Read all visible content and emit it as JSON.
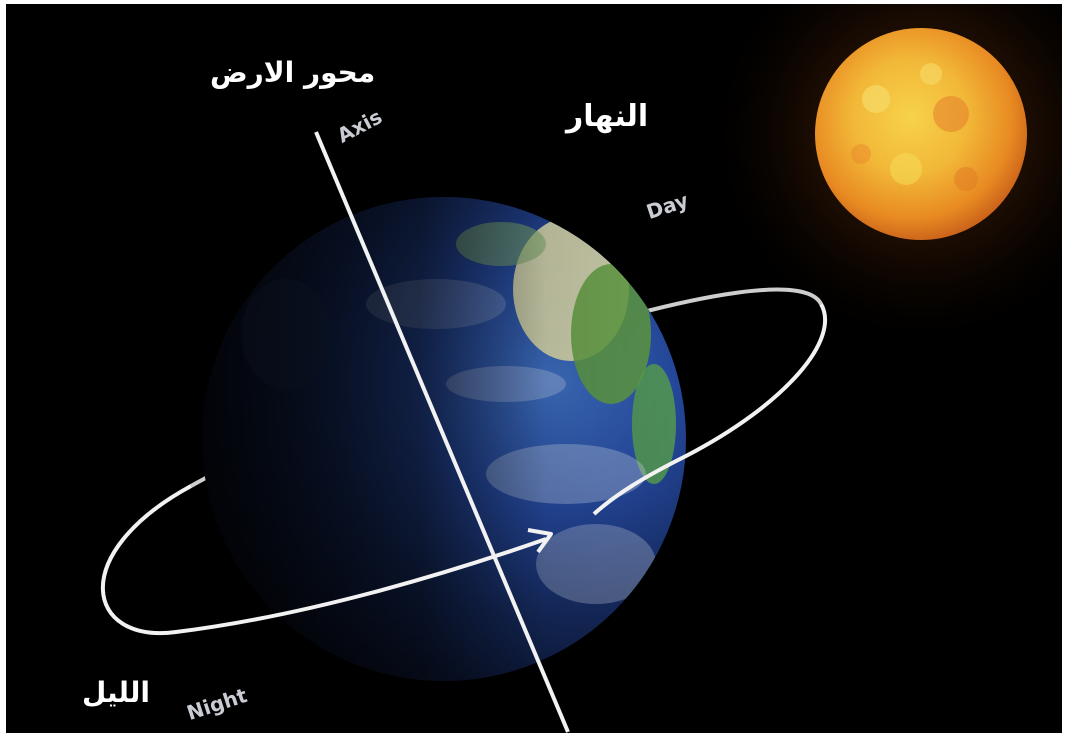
{
  "labels": {
    "axis_ar": "محور الارض",
    "axis_en": "Axis",
    "day_ar": "النهار",
    "day_en": "Day",
    "night_ar": "الليل",
    "night_en": "Night"
  },
  "colors": {
    "background": "#000000",
    "sun": "#f2a030",
    "ocean": "#1f3f8c",
    "land": "#6c9a3c",
    "line": "#f2f2f2"
  }
}
